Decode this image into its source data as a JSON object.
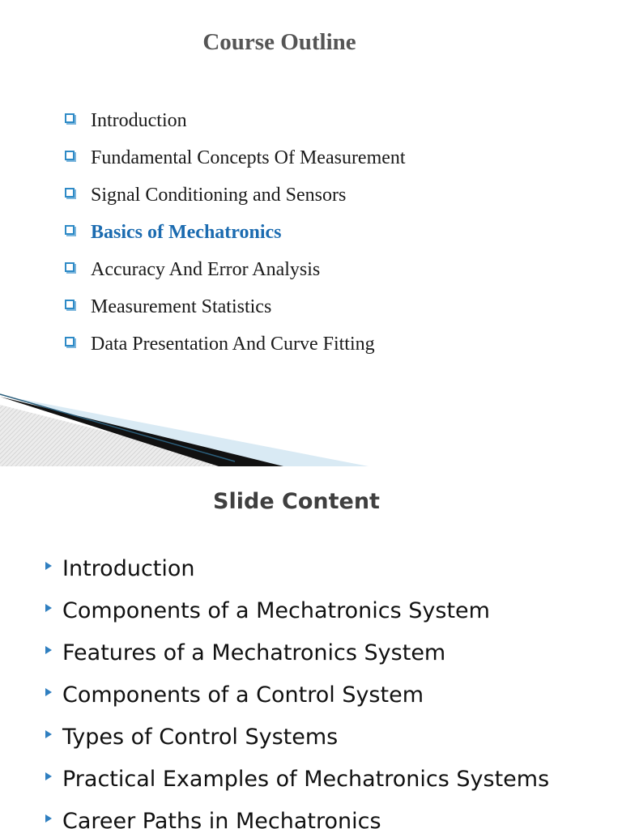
{
  "slide1": {
    "title": "Course Outline",
    "items": [
      {
        "label": "Introduction",
        "active": false
      },
      {
        "label": "Fundamental Concepts Of Measurement",
        "active": false
      },
      {
        "label": "Signal Conditioning and Sensors",
        "active": false
      },
      {
        "label": "Basics of Mechatronics",
        "active": true
      },
      {
        "label": "Accuracy And Error Analysis",
        "active": false
      },
      {
        "label": "Measurement Statistics",
        "active": false
      },
      {
        "label": "Data Presentation And Curve Fitting",
        "active": false
      }
    ],
    "bullet_icon": "checkbox-square-icon",
    "active_color": "#1b6bb0"
  },
  "slide2": {
    "title": "Slide Content",
    "items": [
      "Introduction",
      "Components of a Mechatronics System",
      "Features of a Mechatronics System",
      "Components of a Control System",
      "Types of Control Systems",
      "Practical Examples of Mechatronics Systems",
      "Career Paths in Mechatronics"
    ],
    "bullet_icon": "triangle-bullet-icon",
    "bullet_color": "#2f7fc0"
  }
}
